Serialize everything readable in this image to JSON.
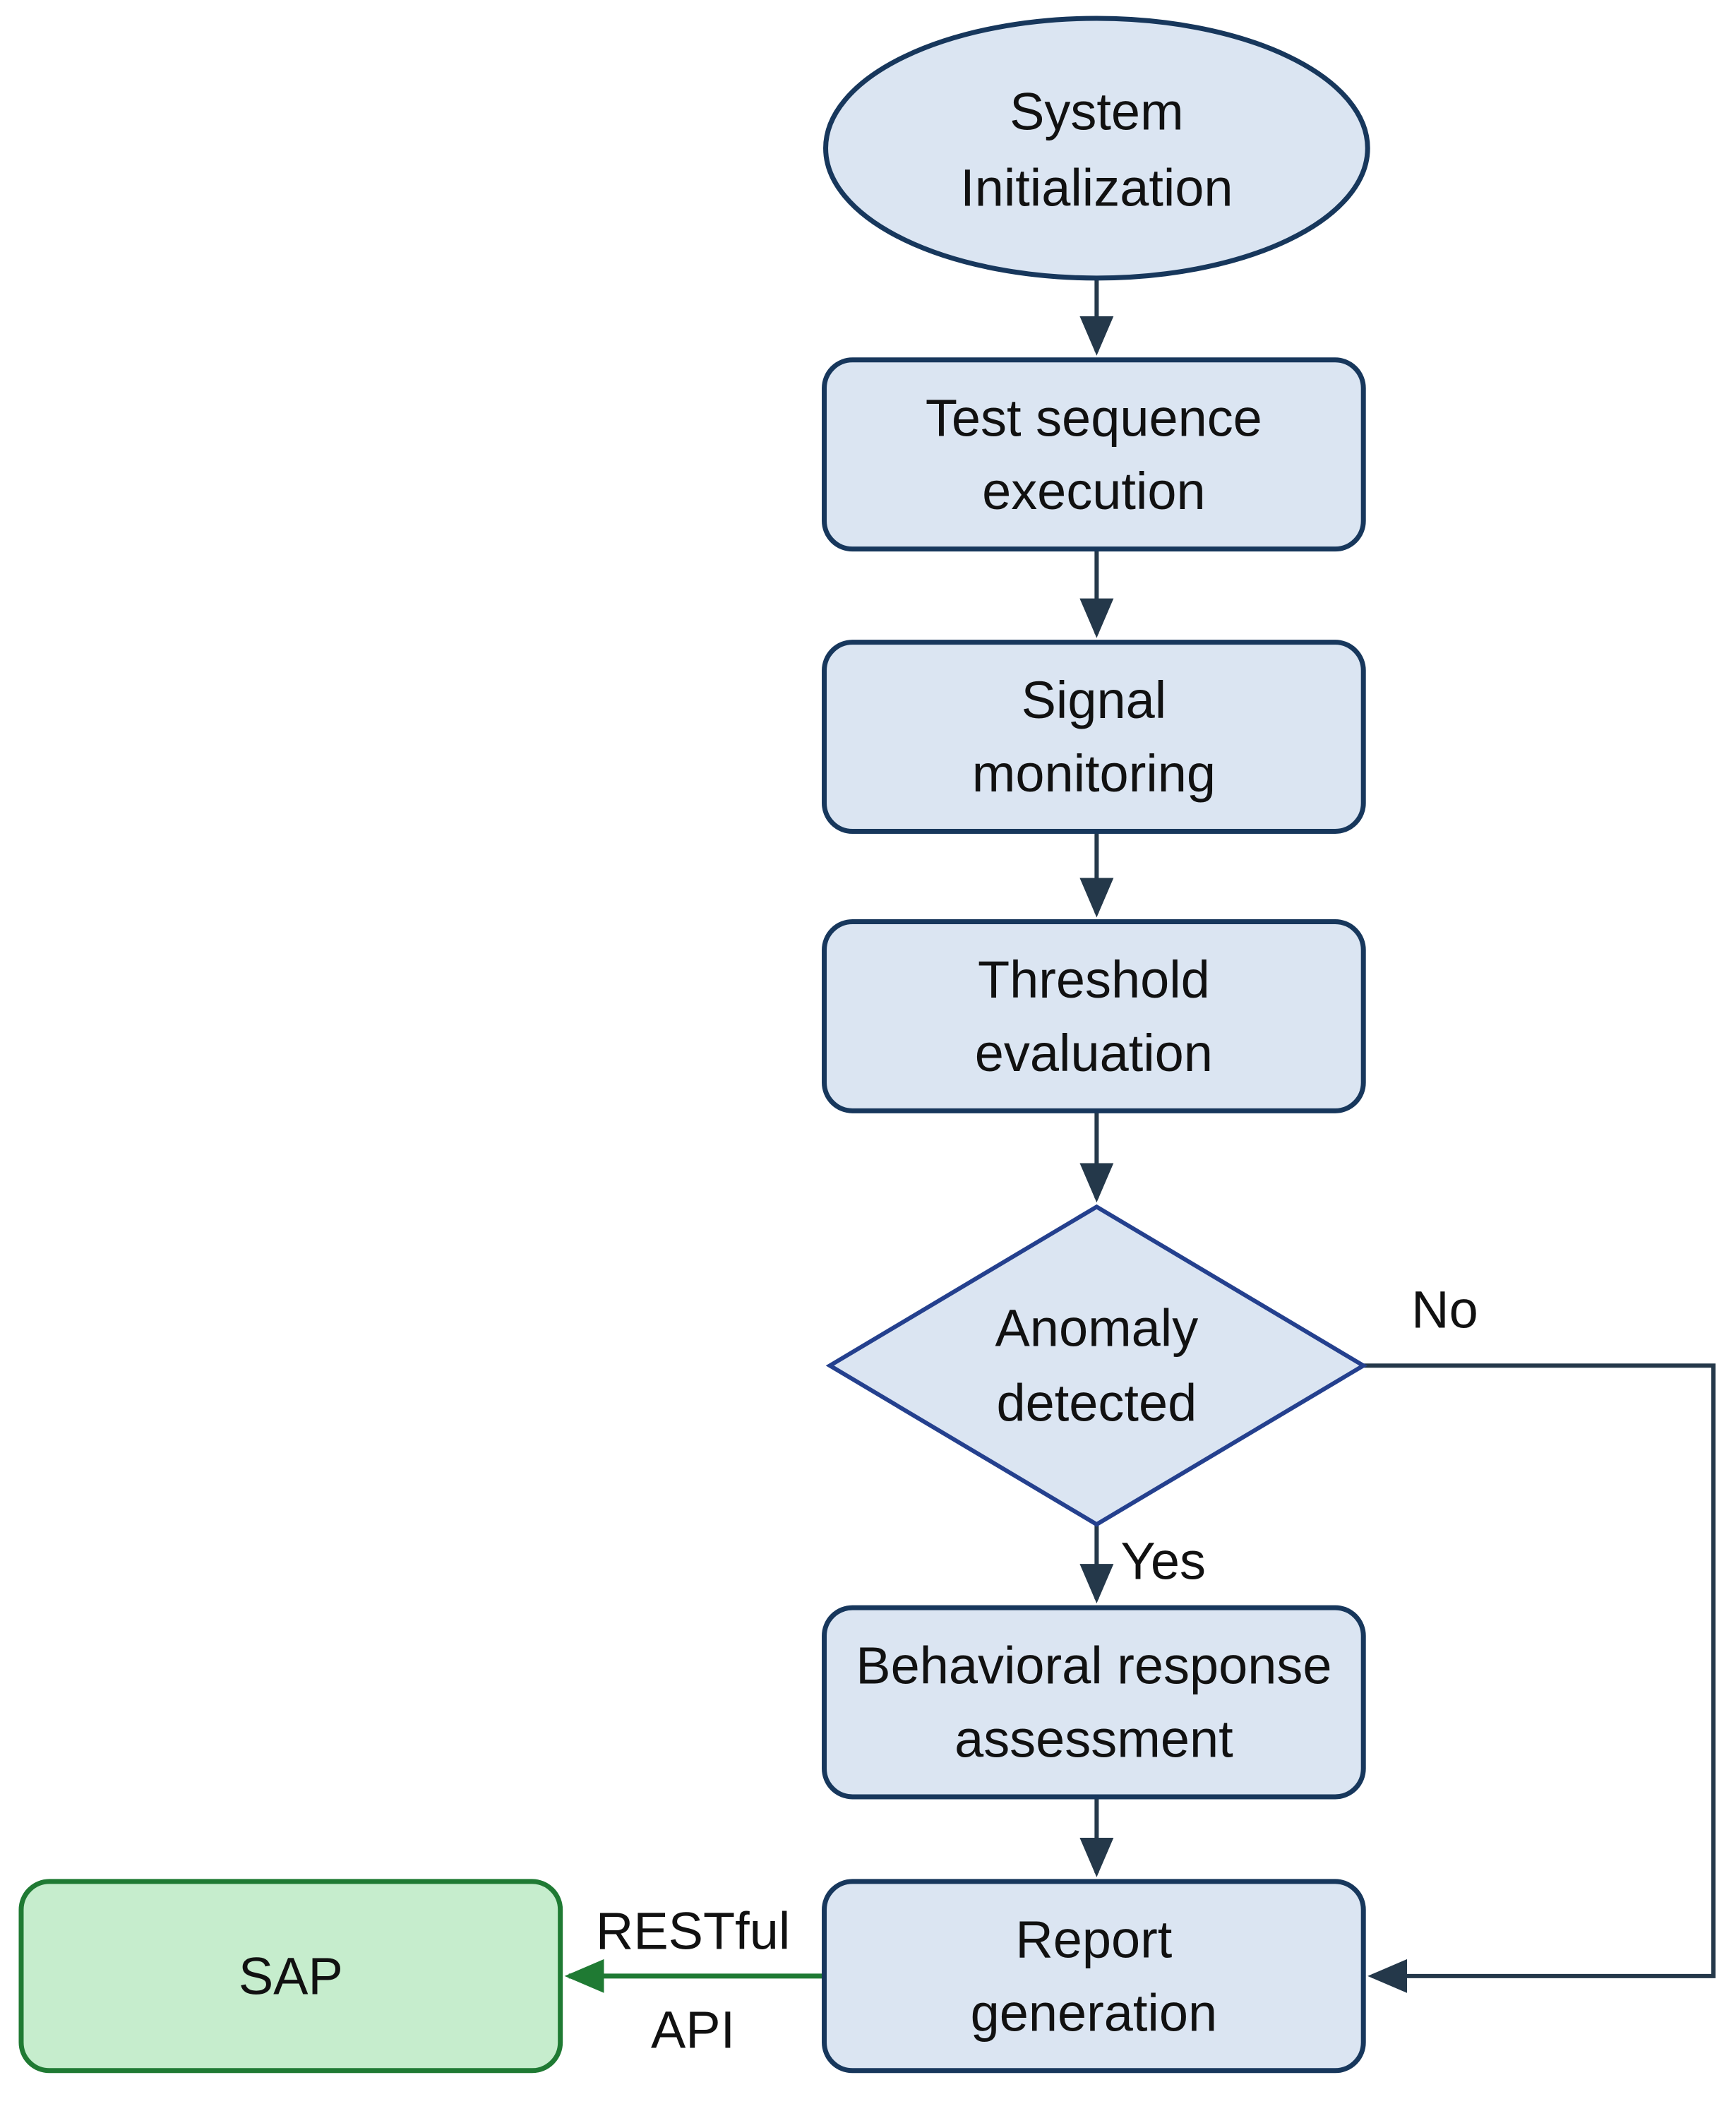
{
  "diagram": {
    "type": "flowchart",
    "nodes": {
      "system_initialization": {
        "shape": "ellipse",
        "lines": [
          "System",
          "Initialization"
        ]
      },
      "test_sequence": {
        "shape": "process",
        "lines": [
          "Test sequence",
          "execution"
        ]
      },
      "signal_monitoring": {
        "shape": "process",
        "lines": [
          "Signal",
          "monitoring"
        ]
      },
      "threshold_evaluation": {
        "shape": "process",
        "lines": [
          "Threshold",
          "evaluation"
        ]
      },
      "anomaly_detected": {
        "shape": "decision",
        "lines": [
          "Anomaly",
          "detected"
        ]
      },
      "behavioral_response": {
        "shape": "process",
        "lines": [
          "Behavioral response",
          "assessment"
        ]
      },
      "report_generation": {
        "shape": "process",
        "lines": [
          "Report",
          "generation"
        ]
      },
      "sap": {
        "shape": "external",
        "lines": [
          "SAP"
        ]
      }
    },
    "edge_labels": {
      "no": "No",
      "yes": "Yes",
      "api_lines": [
        "RESTful",
        "API"
      ]
    },
    "colors": {
      "process_fill": "#dbe5f2",
      "process_border": "#17375c",
      "decision_border": "#24408e",
      "connector": "#24384a",
      "sap_fill": "#c6edcd",
      "sap_border": "#1f7a33",
      "api_connector": "#1f7a33",
      "text_color": "#111111",
      "page_bg": "#ffffff"
    }
  }
}
